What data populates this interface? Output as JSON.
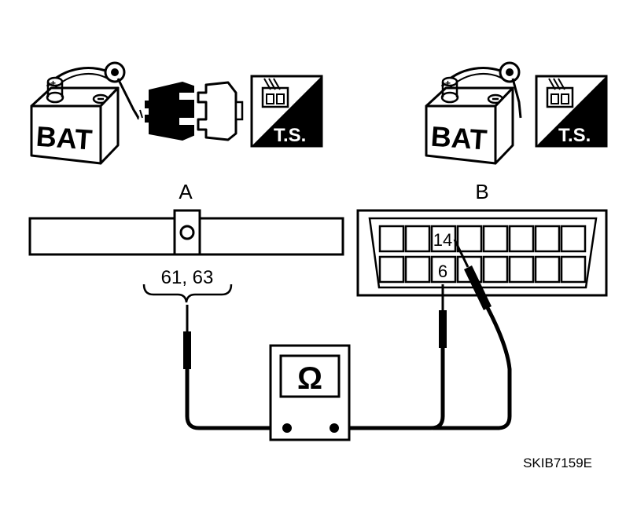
{
  "icons": {
    "battery_text": "BAT",
    "test_station_text": "T.S."
  },
  "connectors": {
    "a": {
      "label": "A",
      "terminals": "61, 63"
    },
    "b": {
      "label": "B",
      "pin_upper": "14",
      "pin_lower": "6"
    }
  },
  "meter": {
    "symbol": "Ω"
  },
  "figure_code": "SKIB7159E",
  "colors": {
    "ink": "#000000",
    "paper": "#ffffff"
  }
}
